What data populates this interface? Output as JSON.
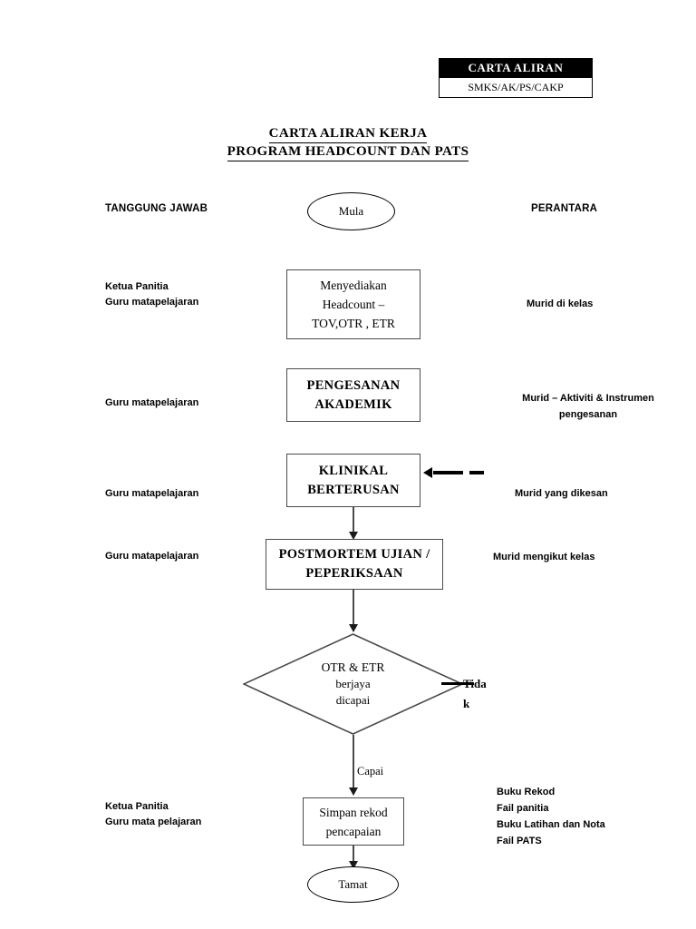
{
  "stamp": {
    "title": "CARTA ALIRAN",
    "code": "SMKS/AK/PS/CAKP"
  },
  "document": {
    "title_line1": "CARTA ALIRAN KERJA",
    "title_line2": "PROGRAM HEADCOUNT DAN PATS "
  },
  "columns": {
    "left_heading": "TANGGUNG JAWAB",
    "right_heading": "PERANTARA"
  },
  "flow": {
    "start": "Mula",
    "end": "Tamat",
    "nodes": [
      {
        "id": "headcount",
        "shape": "process",
        "text": "Menyediakan\nHeadcount –\nTOV,OTR , ETR",
        "responsibility": "Ketua Panitia\nGuru matapelajaran",
        "media": "Murid di kelas"
      },
      {
        "id": "pengesanan",
        "shape": "process",
        "text": "PENGESANAN\nAKADEMIK",
        "responsibility": "Guru matapelajaran",
        "media": "Murid – Aktiviti & Instrumen\npengesanan"
      },
      {
        "id": "klinikal",
        "shape": "process",
        "text": "KLINIKAL\nBERTERUSAN",
        "responsibility": "Guru matapelajaran",
        "media": "Murid yang dikesan"
      },
      {
        "id": "postmortem",
        "shape": "process",
        "text": "POSTMORTEM UJIAN /\nPEPERIKSAAN",
        "responsibility": "Guru matapelajaran",
        "media": "Murid mengikut kelas"
      },
      {
        "id": "keputusan",
        "shape": "decision",
        "text_line1": "OTR & ETR",
        "text_line2": "berjaya",
        "text_line3": "dicapai",
        "responsibility": "",
        "media": ""
      },
      {
        "id": "simpan",
        "shape": "process",
        "text": "Simpan rekod\npencapaian",
        "responsibility": "Ketua Panitia\nGuru mata pelajaran",
        "media": "Buku Rekod\nFail panitia\nBuku Latihan dan Nota\nFail PATS"
      }
    ],
    "edge_labels": {
      "no_branch": "Tidak",
      "yes_branch": "Capai"
    }
  },
  "colors": {
    "ink": "#000000",
    "line": "#4a4a4a",
    "stamp_bg": "#000000",
    "stamp_fg": "#ffffff",
    "page_bg": "#ffffff"
  }
}
